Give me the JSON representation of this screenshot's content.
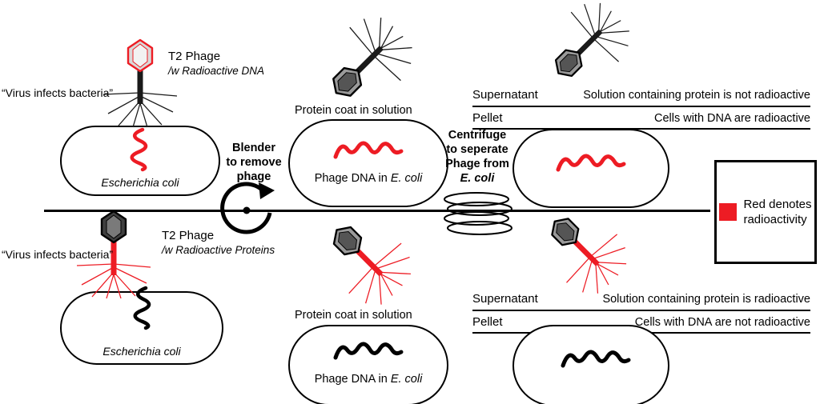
{
  "colors": {
    "radioactive_red": "#ed1c24",
    "ink": "#000000"
  },
  "legend": {
    "line1": "Red denotes",
    "line2": "radioactivity"
  },
  "blender": {
    "line1": "Blender",
    "line2": "to remove",
    "line3": "phage"
  },
  "centrifuge": {
    "line1": "Centrifuge",
    "line2": "to seperate",
    "line3": "Phage from",
    "line4": "E. coli"
  },
  "top": {
    "phage_title": "T2 Phage",
    "phage_subtitle": "/w Radioactive DNA",
    "virus_caption": "“Virus infects bacteria”",
    "cell_label": "Escherichia coli",
    "coat_caption": "Protein coat in solution",
    "flask_label_prefix": "Phage DNA in ",
    "flask_label_species": "E. coli",
    "supernatant_label": "Supernatant",
    "supernatant_text": "Solution containing protein is not radioactive",
    "pellet_label": "Pellet",
    "pellet_text": "Cells with DNA are radioactive"
  },
  "bottom": {
    "phage_title": "T2 Phage",
    "phage_subtitle": "/w Radioactive Proteins",
    "virus_caption": "“Virus infects bacteria”",
    "cell_label": "Escherichia coli",
    "coat_caption": "Protein coat in solution",
    "flask_label_prefix": "Phage DNA in ",
    "flask_label_species": "E. coli",
    "supernatant_label": "Supernatant",
    "supernatant_text": "Solution containing protein is radioactive",
    "pellet_label": "Pellet",
    "pellet_text": "Cells with DNA are not radioactive"
  }
}
